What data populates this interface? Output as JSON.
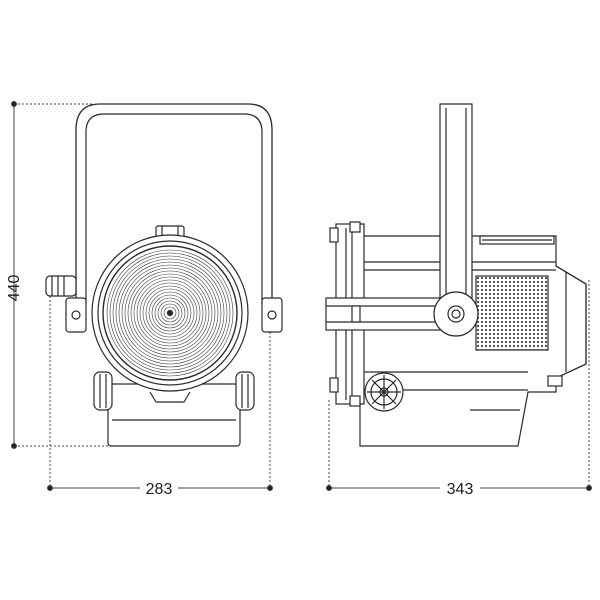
{
  "dimensions": {
    "height_label": "440",
    "width_front_label": "283",
    "depth_side_label": "343"
  },
  "colors": {
    "line": "#2a2a2a",
    "dim_line": "#444444",
    "mesh": "#555555",
    "background": "#ffffff"
  }
}
